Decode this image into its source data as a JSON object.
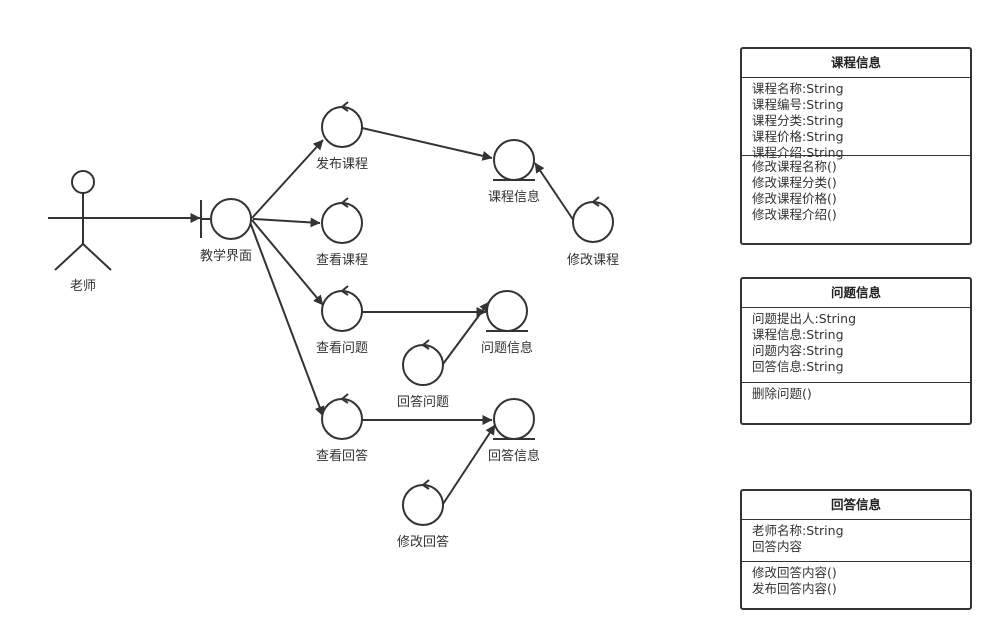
{
  "actor": {
    "label": "老师"
  },
  "boundary": {
    "label": "教学界面"
  },
  "controls": {
    "publish_course": "发布课程",
    "view_course": "查看课程",
    "view_question": "查看问题",
    "view_answer": "查看回答",
    "modify_course": "修改课程",
    "answer_question": "回答问题",
    "modify_answer": "修改回答"
  },
  "entities": {
    "course_info": "课程信息",
    "question_info": "问题信息",
    "answer_info": "回答信息"
  },
  "classes": [
    {
      "title": "课程信息",
      "attributes": [
        "课程名称:String",
        "课程编号:String",
        "课程分类:String",
        "课程价格:String",
        "课程介绍:String"
      ],
      "methods": [
        "修改课程名称()",
        "修改课程分类()",
        "修改课程价格()",
        "修改课程介绍()"
      ]
    },
    {
      "title": "问题信息",
      "attributes": [
        "问题提出人:String",
        "课程信息:String",
        "问题内容:String",
        "回答信息:String"
      ],
      "methods": [
        "删除问题()"
      ]
    },
    {
      "title": "回答信息",
      "attributes": [
        "老师名称:String",
        "回答内容"
      ],
      "methods": [
        "修改回答内容()",
        "发布回答内容()"
      ]
    }
  ]
}
